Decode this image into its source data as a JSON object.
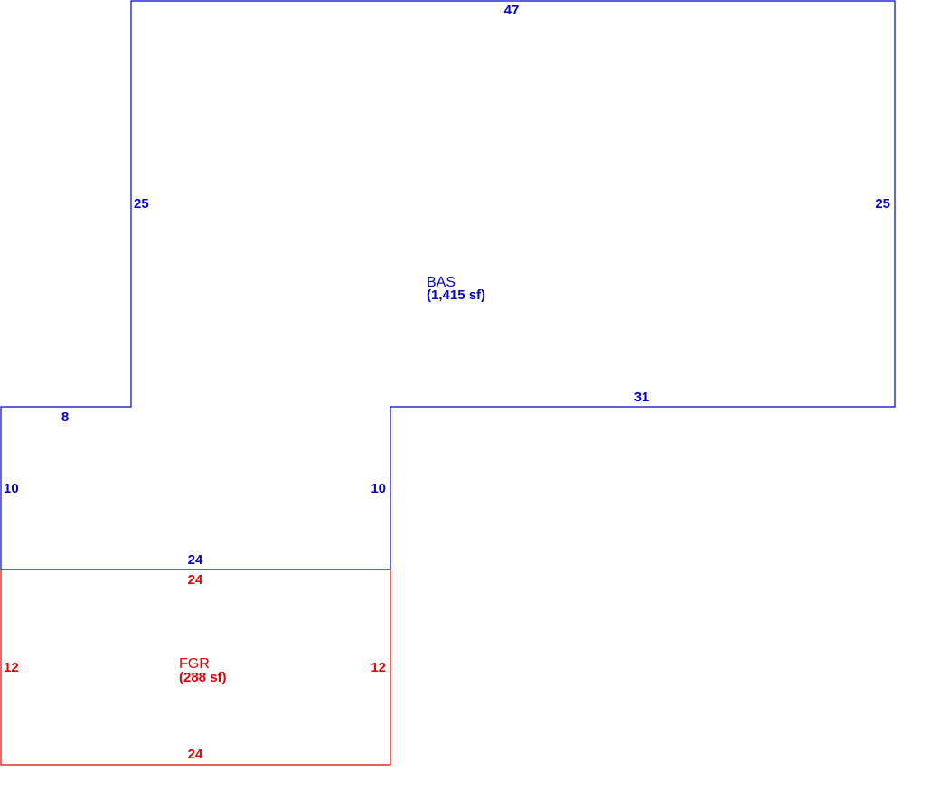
{
  "colors": {
    "bas": "#0000c8",
    "fgr": "#e00000",
    "background": "#ffffff"
  },
  "areas": {
    "bas": {
      "name": "BAS",
      "size": "(1,415 sf)",
      "dims": {
        "top": "47",
        "left_upper": "25",
        "right": "25",
        "lower_right": "31",
        "notch_top": "8",
        "left_lower": "10",
        "inner_right": "10",
        "bottom": "24"
      }
    },
    "fgr": {
      "name": "FGR",
      "size": "(288 sf)",
      "dims": {
        "top": "24",
        "left": "12",
        "right": "12",
        "bottom": "24"
      }
    }
  }
}
